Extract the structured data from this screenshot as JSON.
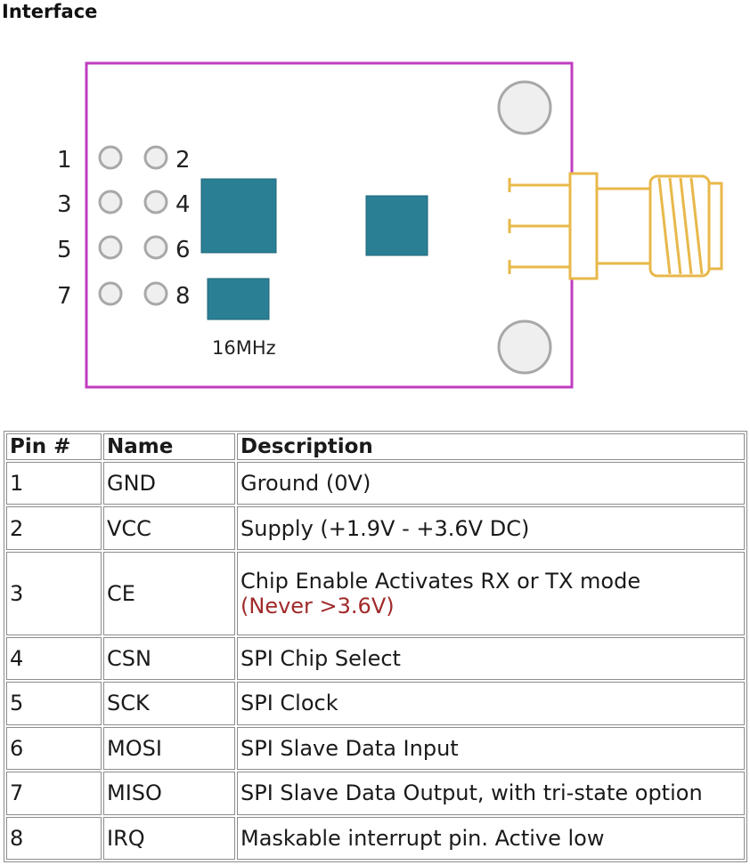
{
  "heading": "Interface",
  "board": {
    "header_pins": [
      "1",
      "2",
      "3",
      "4",
      "5",
      "6",
      "7",
      "8"
    ],
    "crystal_label": "16MHz",
    "colors": {
      "outline": "#c03cc0",
      "chip": "#2a7f95",
      "antenna": "#e8b84a",
      "pad": "#a8a8a8"
    }
  },
  "table": {
    "headers": {
      "pin": "Pin #",
      "name": "Name",
      "description": "Description"
    },
    "rows": [
      {
        "pin": "1",
        "name": "GND",
        "description": "Ground (0V)",
        "note": ""
      },
      {
        "pin": "2",
        "name": "VCC",
        "description": "Supply (+1.9V - +3.6V DC)",
        "note": ""
      },
      {
        "pin": "3",
        "name": "CE",
        "description": "Chip Enable Activates RX or TX mode",
        "note": "(Never >3.6V)"
      },
      {
        "pin": "4",
        "name": "CSN",
        "description": "SPI Chip Select",
        "note": ""
      },
      {
        "pin": "5",
        "name": "SCK",
        "description": "SPI Clock",
        "note": ""
      },
      {
        "pin": "6",
        "name": "MOSI",
        "description": "SPI Slave Data Input",
        "note": ""
      },
      {
        "pin": "7",
        "name": "MISO",
        "description": "SPI Slave Data Output, with tri-state option",
        "note": ""
      },
      {
        "pin": "8",
        "name": "IRQ",
        "description": "Maskable interrupt pin. Active low",
        "note": ""
      }
    ],
    "note_color": "#a12a2a"
  }
}
